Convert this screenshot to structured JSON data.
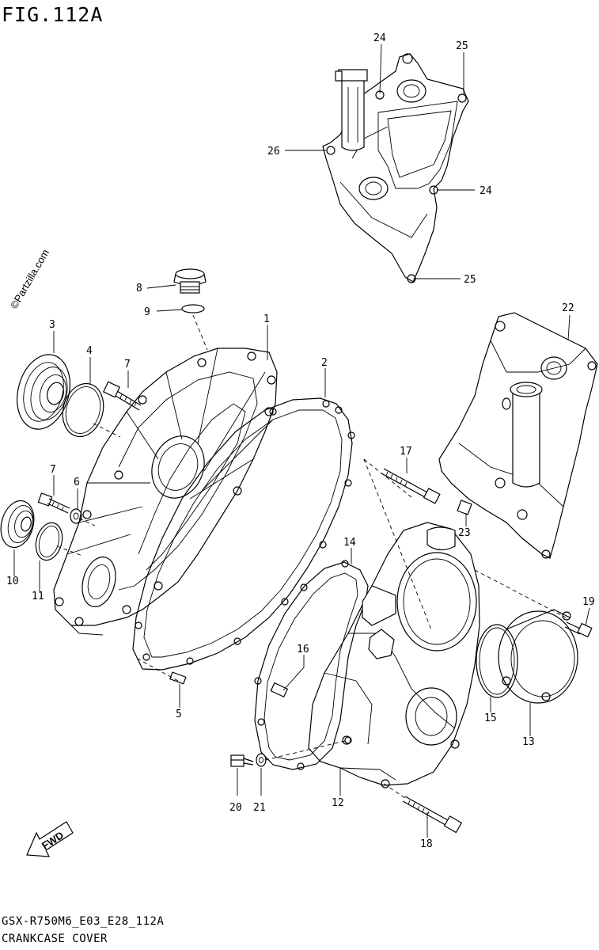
{
  "figure": {
    "title": "FIG.112A",
    "model_code": "GSX-R750M6_E03_E28_112A",
    "caption": "CRANKCASE COVER",
    "watermark": "©Partzilla.com",
    "fwd_label": "FWD"
  },
  "callouts": [
    {
      "id": "c24a",
      "label": "24"
    },
    {
      "id": "c25a",
      "label": "25"
    },
    {
      "id": "c26",
      "label": "26"
    },
    {
      "id": "c24b",
      "label": "24"
    },
    {
      "id": "c25b",
      "label": "25"
    },
    {
      "id": "c8",
      "label": "8"
    },
    {
      "id": "c9",
      "label": "9"
    },
    {
      "id": "c3",
      "label": "3"
    },
    {
      "id": "c4",
      "label": "4"
    },
    {
      "id": "c7a",
      "label": "7"
    },
    {
      "id": "c1",
      "label": "1"
    },
    {
      "id": "c2",
      "label": "2"
    },
    {
      "id": "c22",
      "label": "22"
    },
    {
      "id": "c7b",
      "label": "7"
    },
    {
      "id": "c6",
      "label": "6"
    },
    {
      "id": "c10",
      "label": "10"
    },
    {
      "id": "c11",
      "label": "11"
    },
    {
      "id": "c17",
      "label": "17"
    },
    {
      "id": "c23",
      "label": "23"
    },
    {
      "id": "c14",
      "label": "14"
    },
    {
      "id": "c16",
      "label": "16"
    },
    {
      "id": "c19",
      "label": "19"
    },
    {
      "id": "c5",
      "label": "5"
    },
    {
      "id": "c15",
      "label": "15"
    },
    {
      "id": "c13",
      "label": "13"
    },
    {
      "id": "c20",
      "label": "20"
    },
    {
      "id": "c21",
      "label": "21"
    },
    {
      "id": "c12",
      "label": "12"
    },
    {
      "id": "c18",
      "label": "18"
    }
  ]
}
